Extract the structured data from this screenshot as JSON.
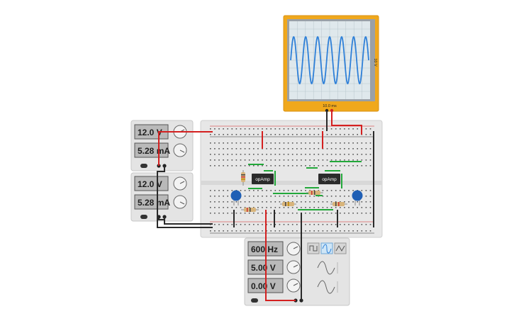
{
  "power_supply_1": {
    "voltage": "12.0 V",
    "current": "5.28 mA"
  },
  "power_supply_2": {
    "voltage": "12.0 V",
    "current": "5.28 mA"
  },
  "function_generator": {
    "frequency": "600 Hz",
    "amplitude": "5.00 V",
    "dc_offset": "0.00 V",
    "waveforms": [
      "square-wave-icon",
      "sine-wave-icon",
      "triangle-wave-icon"
    ],
    "selected_waveform": "sine-wave-icon"
  },
  "oscilloscope": {
    "time_per_div": "10.0 ms",
    "volts_per_div": "10 V",
    "cycles_shown": 6.5
  },
  "breadboard": {
    "chip_labels": [
      "opAmp",
      "opAmp"
    ]
  },
  "colors": {
    "red_wire": "#d42020",
    "black_wire": "#2a2a2a",
    "green_jumper": "#22a83a",
    "scope_frame": "#f0a81c",
    "trace": "#2f80d8",
    "capacitor": "#1f5fb5"
  }
}
